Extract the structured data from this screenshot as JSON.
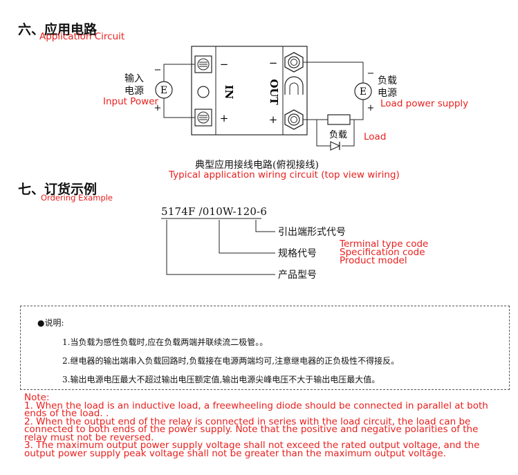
{
  "section6": {
    "title_cn": "六、应用电路",
    "title_en": "Application Circuit"
  },
  "circuit": {
    "input_label_cn_line1": "输入",
    "input_label_cn_line2": "电源",
    "input_label_en": "Input Power",
    "source_symbol": "E",
    "minus": "−",
    "plus": "+",
    "in_label": "IN",
    "out_label": "OUT",
    "output_label_cn_line1": "负载",
    "output_label_cn_line2": "电源",
    "output_label_en": "Load power supply",
    "load_cn": "负载",
    "load_en": "Load",
    "caption_cn": "典型应用接线电路(俯视接线)",
    "caption_en": "Typical application wiring circuit (top view wiring)"
  },
  "section7": {
    "title_cn": "七、订货示例",
    "title_en": "Ordering Example"
  },
  "ordering": {
    "code": "5174F /010W-120-6",
    "terminal_cn": "引出端形式代号",
    "spec_cn": "规格代号",
    "product_cn": "产品型号",
    "terminal_en": "Terminal type code",
    "spec_en": "Specification code",
    "product_en": "Product model"
  },
  "notes_cn": {
    "heading": "●说明:",
    "items": [
      "1.当负载为感性负载时,应在负载两端并联续流二极管。。",
      "2.继电器的输出端串入负载回路时,负载接在电源两端均可,注意继电器的正负极性不得接反。",
      "3.输出电源电压最大不超过输出电压额定值,输出电源尖峰电压不大于输出电压最大值。"
    ]
  },
  "notes_en": {
    "lines": [
      "Note:",
      "1. When the load is an inductive load, a freewheeling diode should be connected in parallel at both",
      "ends of the load. .",
      "2. When the output end of the relay is connected in series with the load circuit, the load can be",
      "connected to both ends of the power supply. Note that the positive and negative polarities of the",
      "relay must not be reversed.",
      "3. The maximum output power supply voltage shall not exceed the rated output voltage, and the",
      "output power supply peak voltage shall not be greater than the maximum output voltage."
    ]
  }
}
